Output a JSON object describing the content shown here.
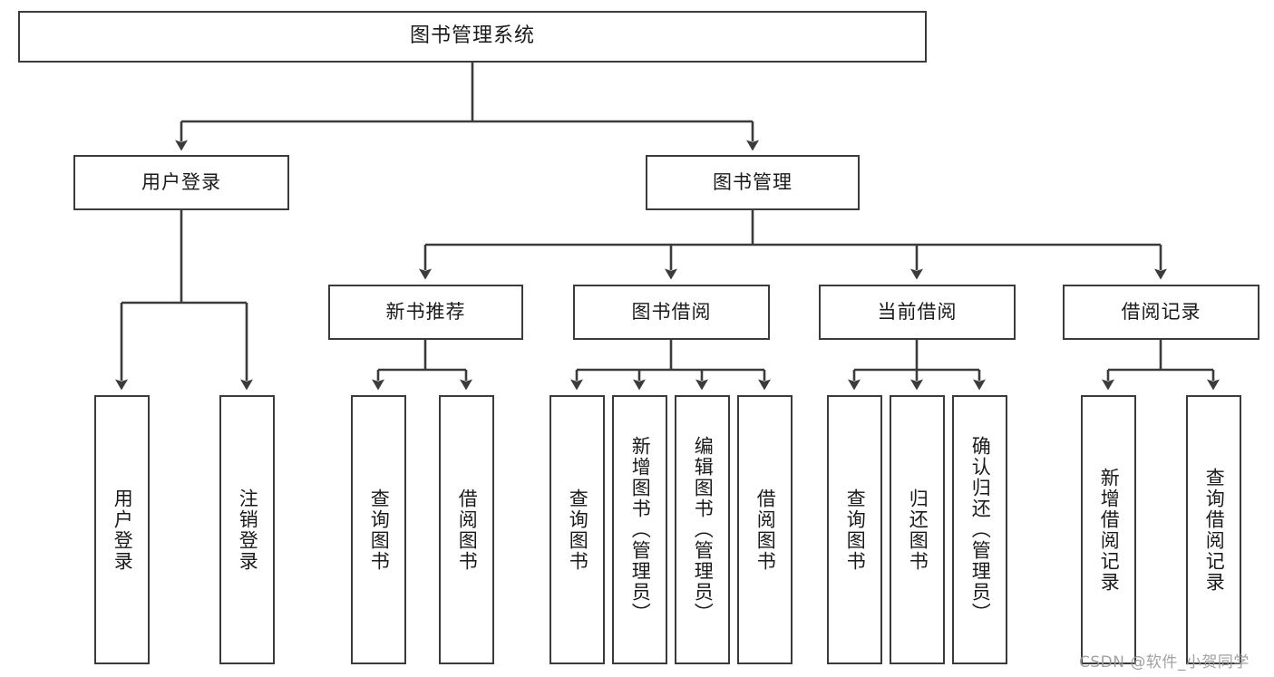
{
  "diagram": {
    "title": "图书管理系统",
    "type": "tree-hierarchy",
    "nodes": {
      "root": {
        "label": "图书管理系统"
      },
      "level1": [
        {
          "id": "user-login",
          "label": "用户登录"
        },
        {
          "id": "book-management",
          "label": "图书管理"
        }
      ],
      "level2": [
        {
          "id": "new-book-recommend",
          "label": "新书推荐"
        },
        {
          "id": "book-borrow",
          "label": "图书借阅"
        },
        {
          "id": "current-borrow",
          "label": "当前借阅"
        },
        {
          "id": "borrow-record",
          "label": "借阅记录"
        }
      ],
      "leaves": {
        "user-login": [
          {
            "id": "leaf-user-login",
            "label": "用户登录"
          },
          {
            "id": "leaf-logout-login",
            "label": "注销登录"
          }
        ],
        "new-book-recommend": [
          {
            "id": "leaf-query-book-1",
            "label": "查询图书"
          },
          {
            "id": "leaf-borrow-book-1",
            "label": "借阅图书"
          }
        ],
        "book-borrow": [
          {
            "id": "leaf-query-book-2",
            "label": "查询图书"
          },
          {
            "id": "leaf-add-book",
            "label": "新增图书（管理员）"
          },
          {
            "id": "leaf-edit-book",
            "label": "编辑图书（管理员）"
          },
          {
            "id": "leaf-borrow-book-2",
            "label": "借阅图书"
          }
        ],
        "current-borrow": [
          {
            "id": "leaf-query-book-3",
            "label": "查询图书"
          },
          {
            "id": "leaf-return-book",
            "label": "归还图书"
          },
          {
            "id": "leaf-confirm-return",
            "label": "确认归还（管理员）"
          }
        ],
        "borrow-record": [
          {
            "id": "leaf-add-record",
            "label": "新增借阅记录"
          },
          {
            "id": "leaf-query-record",
            "label": "查询借阅记录"
          }
        ]
      }
    },
    "colors": {
      "stroke": "#3b3b3b",
      "fill": "#ffffff",
      "text": "#1a1a1a",
      "watermark": "#9a9a9a"
    }
  },
  "watermark": {
    "text": "CSDN @软件_小贺同学"
  }
}
